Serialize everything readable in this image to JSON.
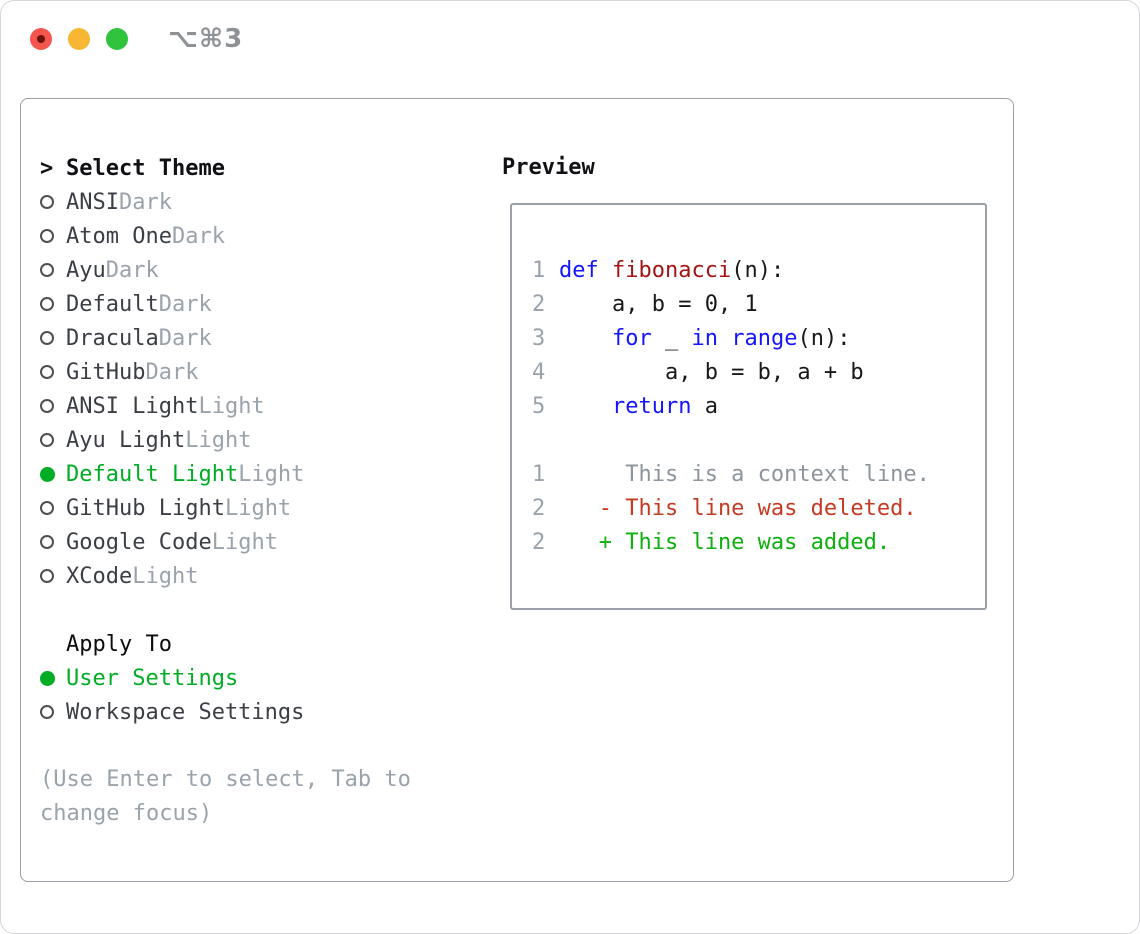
{
  "window": {
    "title": "⌥⌘3",
    "traffic_lights": [
      {
        "name": "close",
        "color": "#f4554d",
        "edited_dot": true
      },
      {
        "name": "minimize",
        "color": "#f7b733"
      },
      {
        "name": "zoom",
        "color": "#32c33e"
      }
    ]
  },
  "theme_panel": {
    "prompt": ">",
    "heading": "Select Theme",
    "themes": [
      {
        "name": "ANSI",
        "variant": "Dark",
        "selected": false
      },
      {
        "name": "Atom One",
        "variant": "Dark",
        "selected": false
      },
      {
        "name": "Ayu",
        "variant": "Dark",
        "selected": false
      },
      {
        "name": "Default",
        "variant": "Dark",
        "selected": false
      },
      {
        "name": "Dracula",
        "variant": "Dark",
        "selected": false
      },
      {
        "name": "GitHub",
        "variant": "Dark",
        "selected": false
      },
      {
        "name": "ANSI Light",
        "variant": "Light",
        "selected": false
      },
      {
        "name": "Ayu Light",
        "variant": "Light",
        "selected": false
      },
      {
        "name": "Default Light",
        "variant": "Light",
        "selected": true
      },
      {
        "name": "GitHub Light",
        "variant": "Light",
        "selected": false
      },
      {
        "name": "Google Code",
        "variant": "Light",
        "selected": false
      },
      {
        "name": "XCode",
        "variant": "Light",
        "selected": false
      }
    ],
    "apply_heading": "Apply To",
    "apply_options": [
      {
        "name": "User Settings",
        "selected": true
      },
      {
        "name": "Workspace Settings",
        "selected": false
      }
    ],
    "help_lines": [
      "(Use Enter to select, Tab to",
      "change focus)"
    ]
  },
  "preview": {
    "heading": "Preview",
    "code_lines": [
      {
        "num": "1",
        "tokens": [
          [
            "kw",
            "def"
          ],
          [
            "pl",
            " "
          ],
          [
            "fn",
            "fibonacci"
          ],
          [
            "pl",
            "(n):"
          ]
        ]
      },
      {
        "num": "2",
        "tokens": [
          [
            "pl",
            "    a, b = 0, 1"
          ]
        ]
      },
      {
        "num": "3",
        "tokens": [
          [
            "pl",
            "    "
          ],
          [
            "kw",
            "for"
          ],
          [
            "pl",
            " _ "
          ],
          [
            "kw",
            "in"
          ],
          [
            "pl",
            " "
          ],
          [
            "kw",
            "range"
          ],
          [
            "pl",
            "(n):"
          ]
        ]
      },
      {
        "num": "4",
        "tokens": [
          [
            "pl",
            "        a, b = b, a + b"
          ]
        ]
      },
      {
        "num": "5",
        "tokens": [
          [
            "pl",
            "    "
          ],
          [
            "kw",
            "return"
          ],
          [
            "pl",
            " a"
          ]
        ]
      }
    ],
    "diff_lines": [
      {
        "num": "1",
        "type": "context",
        "text": "     This is a context line."
      },
      {
        "num": "2",
        "type": "deleted",
        "text": "   - This line was deleted."
      },
      {
        "num": "2",
        "type": "added",
        "text": "   + This line was added."
      }
    ]
  },
  "colors": {
    "text_black": "#101114",
    "text_dark": "#3b3f45",
    "muted_gray": "#9aa2ab",
    "selection_green": "#00ad25",
    "added_green": "#0db00d",
    "deleted_red": "#c53b22",
    "keyword_blue": "#1414ff",
    "function_red": "#a31515",
    "border_gray": "#9aa0a6",
    "context_gray": "#8d959c"
  }
}
